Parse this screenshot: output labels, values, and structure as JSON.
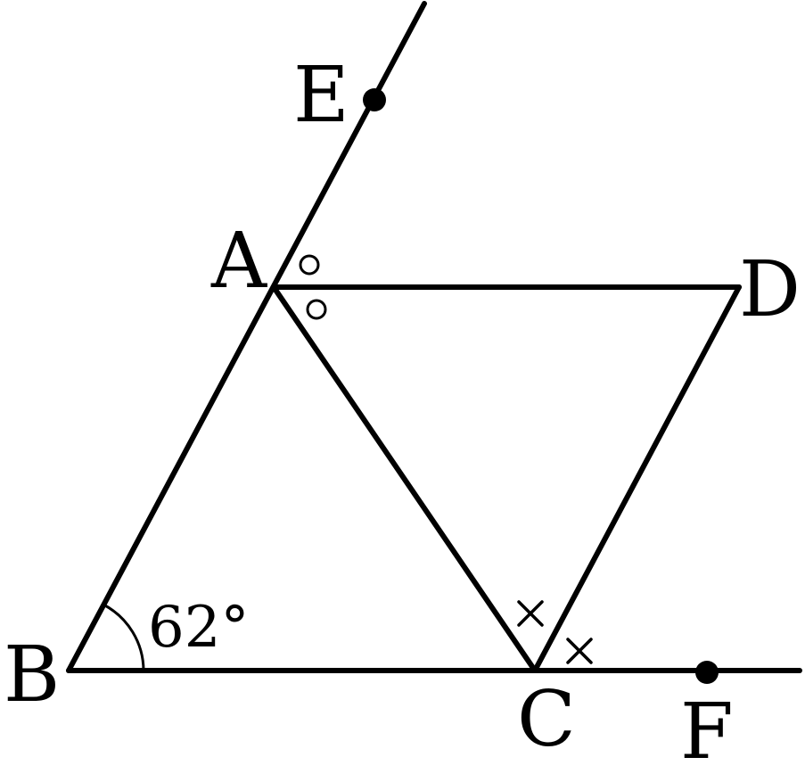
{
  "points": {
    "A": "A",
    "B": "B",
    "C": "C",
    "D": "D",
    "E": "E",
    "F": "F"
  },
  "angle_label": "62°",
  "angle_marks": {
    "at_A": "○",
    "at_C": "×"
  },
  "colors": {
    "stroke": "#000000",
    "background": "#ffffff"
  }
}
